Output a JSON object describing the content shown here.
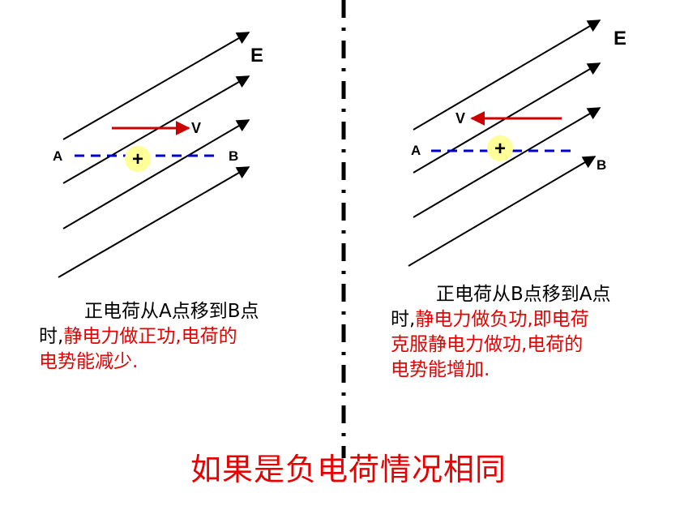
{
  "left": {
    "field_label": "E",
    "velocity_label": "V",
    "point_a": "A",
    "point_b": "B",
    "charge_sign": "+",
    "text_line1": "正电荷从A点移到B点",
    "text_prefix": "时,",
    "text_red1": "静电力做正功,电荷的",
    "text_red2": "电势能减少."
  },
  "right": {
    "field_label": "E",
    "velocity_label": "V",
    "point_a": "A",
    "point_b": "B",
    "charge_sign": "+",
    "text_line1": "正电荷从B点移到A点",
    "text_prefix": "时,",
    "text_red1": "静电力做负功,即电荷",
    "text_red2": "克服静电力做功,电荷的",
    "text_red3": "电势能增加."
  },
  "footer": "如果是负电荷情况相同",
  "colors": {
    "field_lines": "#000000",
    "velocity_arrow": "#cc0000",
    "dashed_path": "#0000cc",
    "charge_fill": "#ffff99",
    "emphasis_text": "#e60000"
  }
}
